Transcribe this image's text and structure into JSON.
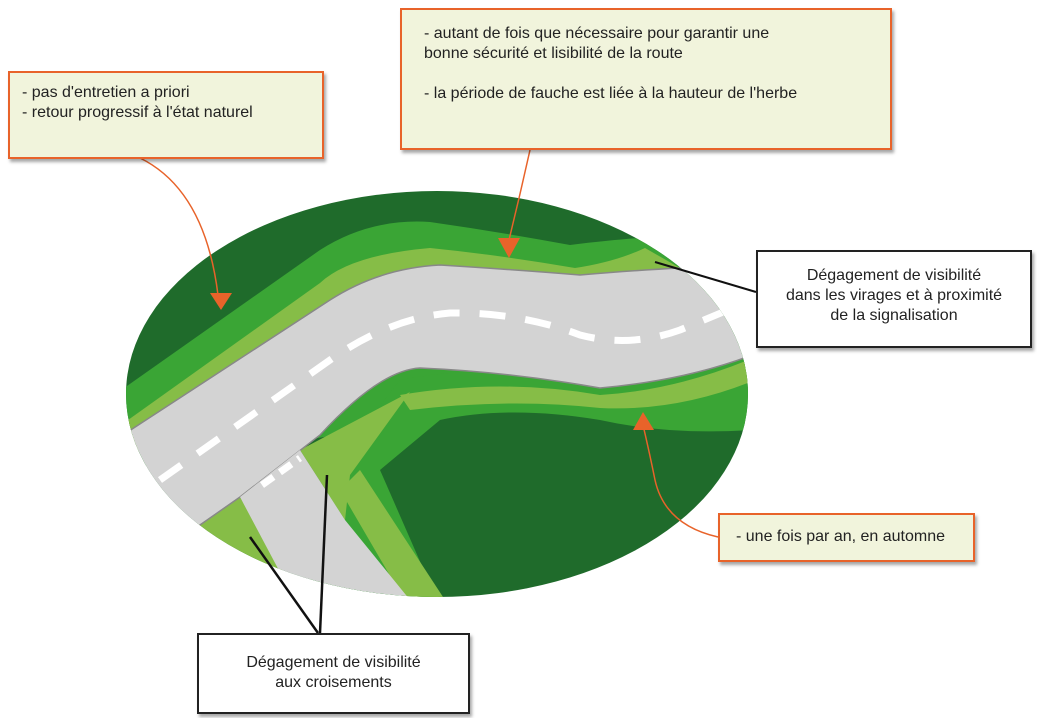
{
  "callouts": {
    "no_maintenance": [
      "- pas d'entretien a priori",
      "- retour progressif à l'état naturel"
    ],
    "as_needed": [
      "- autant de fois que nécessaire pour garantir une",
      "bonne sécurité et lisibilité de la route",
      "- la période de fauche est liée à la hauteur de l'herbe"
    ],
    "once_a_year": [
      "- une fois par an, en automne"
    ],
    "visibility_curves": [
      "Dégagement de visibilité",
      "dans les virages et à proximité",
      "de la signalisation"
    ],
    "visibility_crossings": [
      "Dégagement de visibilité",
      "aux croisements"
    ]
  },
  "colors": {
    "dark_green": "#1f6b2b",
    "mid_green": "#3aa535",
    "light_green": "#86bd47",
    "road": "#d3d3d3",
    "orange": "#e8632a",
    "callout_bg": "#f1f4dc"
  }
}
